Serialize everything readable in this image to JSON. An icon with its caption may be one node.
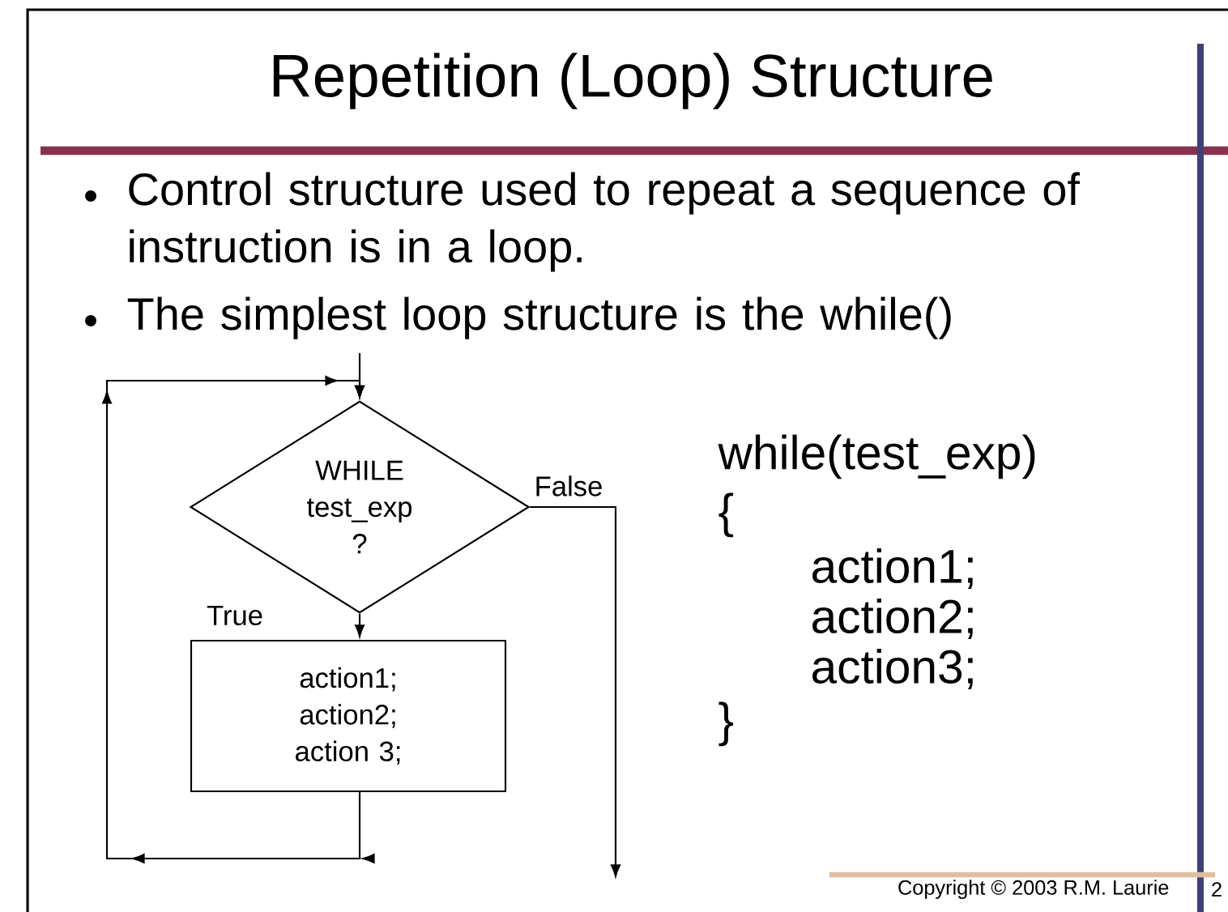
{
  "diagram": {
    "title": "Repetition (Loop) Structure",
    "nodes": [
      {
        "text": [
          "WHILE test_exp ?"
        ]
      },
      {
        "text": [
          "action1; action2; action 3;"
        ]
      }
    ],
    "edges": [
      {
        "from": null,
        "to": 0,
        "arrow": "to"
      },
      {
        "from": 0,
        "to": 1,
        "arrow": "to",
        "label": "True"
      },
      {
        "from": 0,
        "to": null,
        "arrow": "to",
        "label": "False"
      },
      {
        "from": 1,
        "to": 0,
        "arrow": "to"
      }
    ],
    "labels": [
      "Control structure used to repeat a sequence of instruction is in a loop.",
      "The simplest loop structure is the while()",
      "while(test_exp)",
      "{",
      "action1;",
      "action2;",
      "action3;",
      "}",
      "Copyright © 2003  R.M. Laurie",
      "2"
    ]
  }
}
